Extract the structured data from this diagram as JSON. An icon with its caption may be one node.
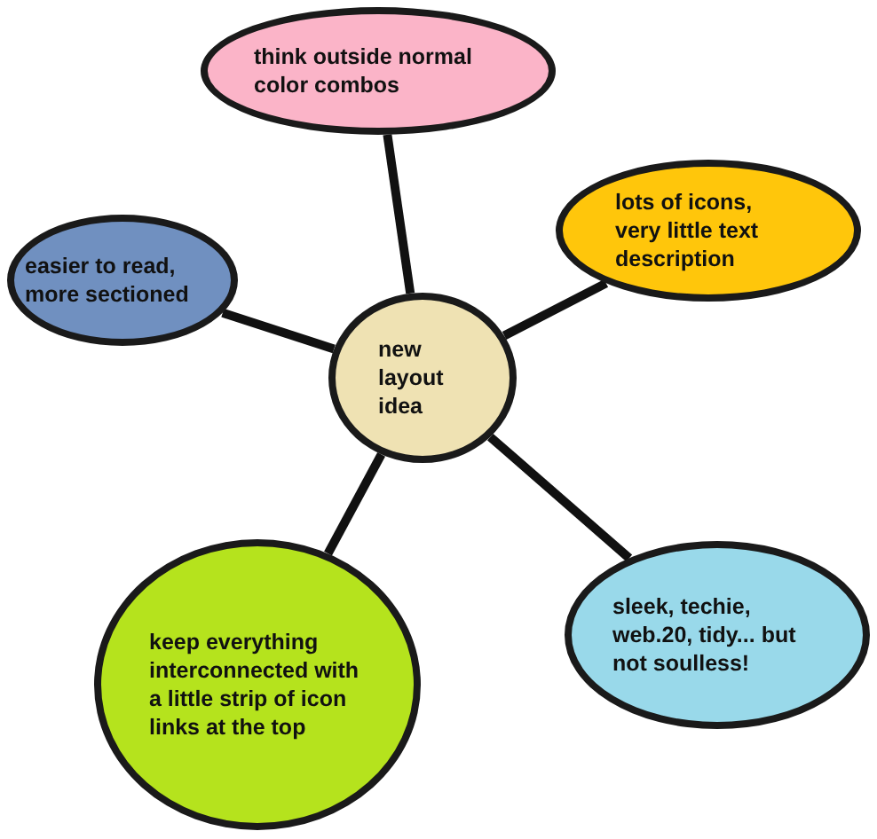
{
  "diagram": {
    "nodes": [
      {
        "text": [
          "think outside normal color combos"
        ]
      },
      {
        "text": [
          "lots of icons, very little text description"
        ]
      },
      {
        "text": [
          "easier to read, more sectioned"
        ]
      },
      {
        "text": [
          "new layout idea"
        ]
      },
      {
        "text": [
          "keep everything interconnected with a little strip of icon links at the top"
        ]
      },
      {
        "text": [
          "sleek, techie, web.20, tidy... but not soulless!"
        ]
      }
    ],
    "edges": [
      {
        "from": 3,
        "to": 0,
        "arrow": "none"
      },
      {
        "from": 3,
        "to": 1,
        "arrow": "none"
      },
      {
        "from": 3,
        "to": 2,
        "arrow": "none"
      },
      {
        "from": 3,
        "to": 4,
        "arrow": "none"
      },
      {
        "from": 3,
        "to": 5,
        "arrow": "none"
      }
    ]
  }
}
